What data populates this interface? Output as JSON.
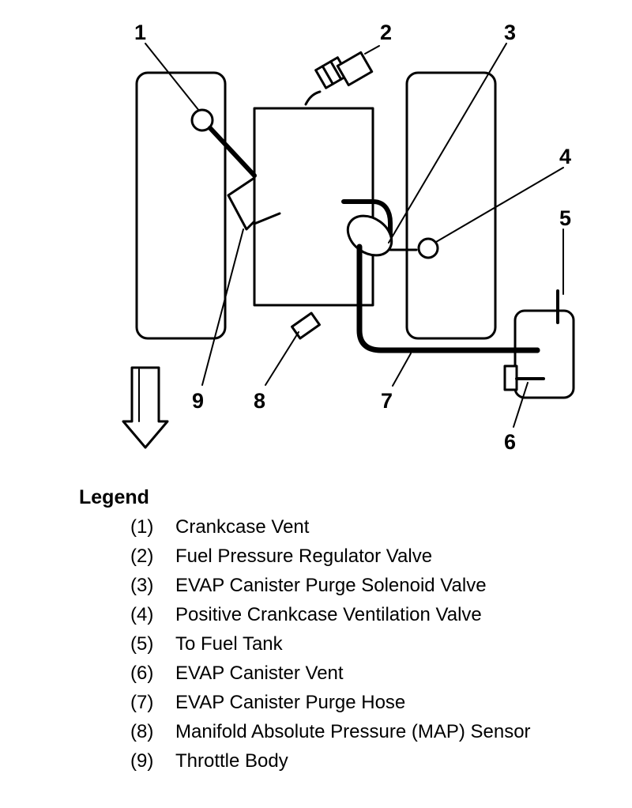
{
  "diagram": {
    "callouts": [
      "1",
      "2",
      "3",
      "4",
      "5",
      "6",
      "7",
      "8",
      "9"
    ],
    "arrow_icon": "down-arrow-icon",
    "stroke_color": "#000000",
    "background_color": "#ffffff"
  },
  "legend": {
    "title": "Legend",
    "items": [
      {
        "num": "(1)",
        "text": "Crankcase Vent"
      },
      {
        "num": "(2)",
        "text": "Fuel Pressure Regulator Valve"
      },
      {
        "num": "(3)",
        "text": "EVAP Canister Purge Solenoid Valve"
      },
      {
        "num": "(4)",
        "text": "Positive Crankcase Ventilation Valve"
      },
      {
        "num": "(5)",
        "text": "To Fuel Tank"
      },
      {
        "num": "(6)",
        "text": "EVAP Canister Vent"
      },
      {
        "num": "(7)",
        "text": "EVAP Canister Purge Hose"
      },
      {
        "num": "(8)",
        "text": "Manifold Absolute Pressure (MAP) Sensor"
      },
      {
        "num": "(9)",
        "text": "Throttle Body"
      }
    ]
  }
}
